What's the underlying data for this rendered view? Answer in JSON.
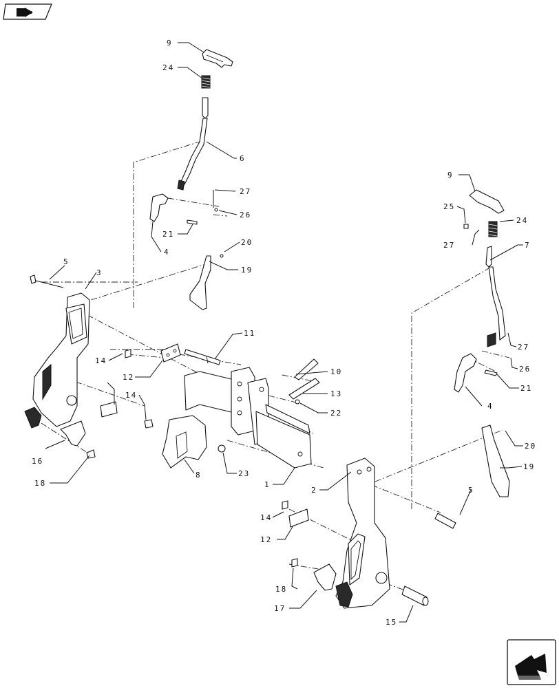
{
  "navigation": {
    "top_left_icon": "book-arrow-icon",
    "bottom_right_icon": "next-page-arrow-icon"
  },
  "callouts": [
    "9",
    "24",
    "6",
    "27",
    "26",
    "21",
    "4",
    "20",
    "19",
    "5",
    "3",
    "11",
    "10",
    "13",
    "22",
    "14",
    "12",
    "14",
    "16",
    "18",
    "8",
    "23",
    "1",
    "2",
    "9",
    "25",
    "24",
    "27",
    "7",
    "27",
    "26",
    "21",
    "4",
    "20",
    "19",
    "5",
    "14",
    "12",
    "18",
    "17",
    "15"
  ]
}
